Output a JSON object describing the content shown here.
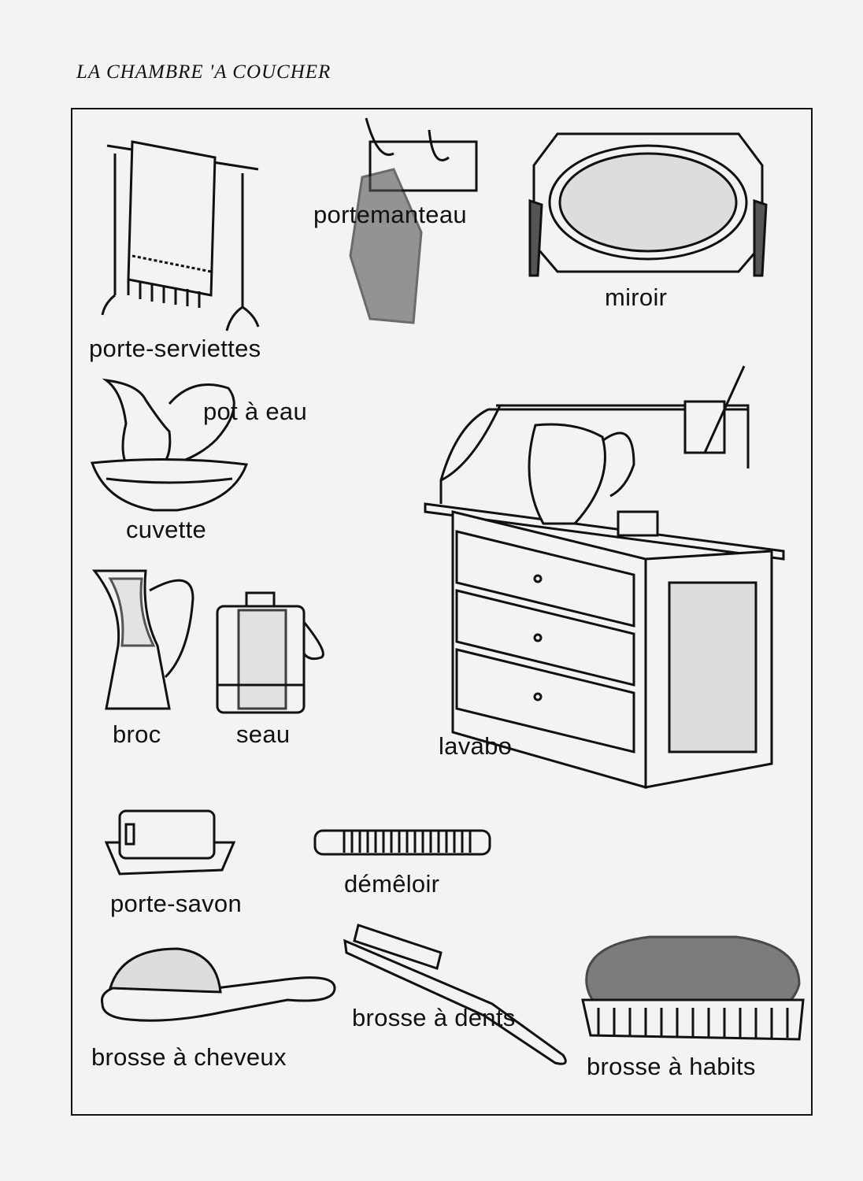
{
  "title": "LA CHAMBRE 'A COUCHER",
  "items": {
    "porte_serviettes": "porte-serviettes",
    "portemanteau": "portemanteau",
    "miroir": "miroir",
    "pot_a_eau": "pot à eau",
    "cuvette": "cuvette",
    "lavabo": "lavabo",
    "broc": "broc",
    "seau": "seau",
    "porte_savon": "porte-savon",
    "demeloir": "démêloir",
    "brosse_a_dents": "brosse à dents",
    "brosse_a_cheveux": "brosse à cheveux",
    "brosse_a_habits": "brosse à habits"
  }
}
